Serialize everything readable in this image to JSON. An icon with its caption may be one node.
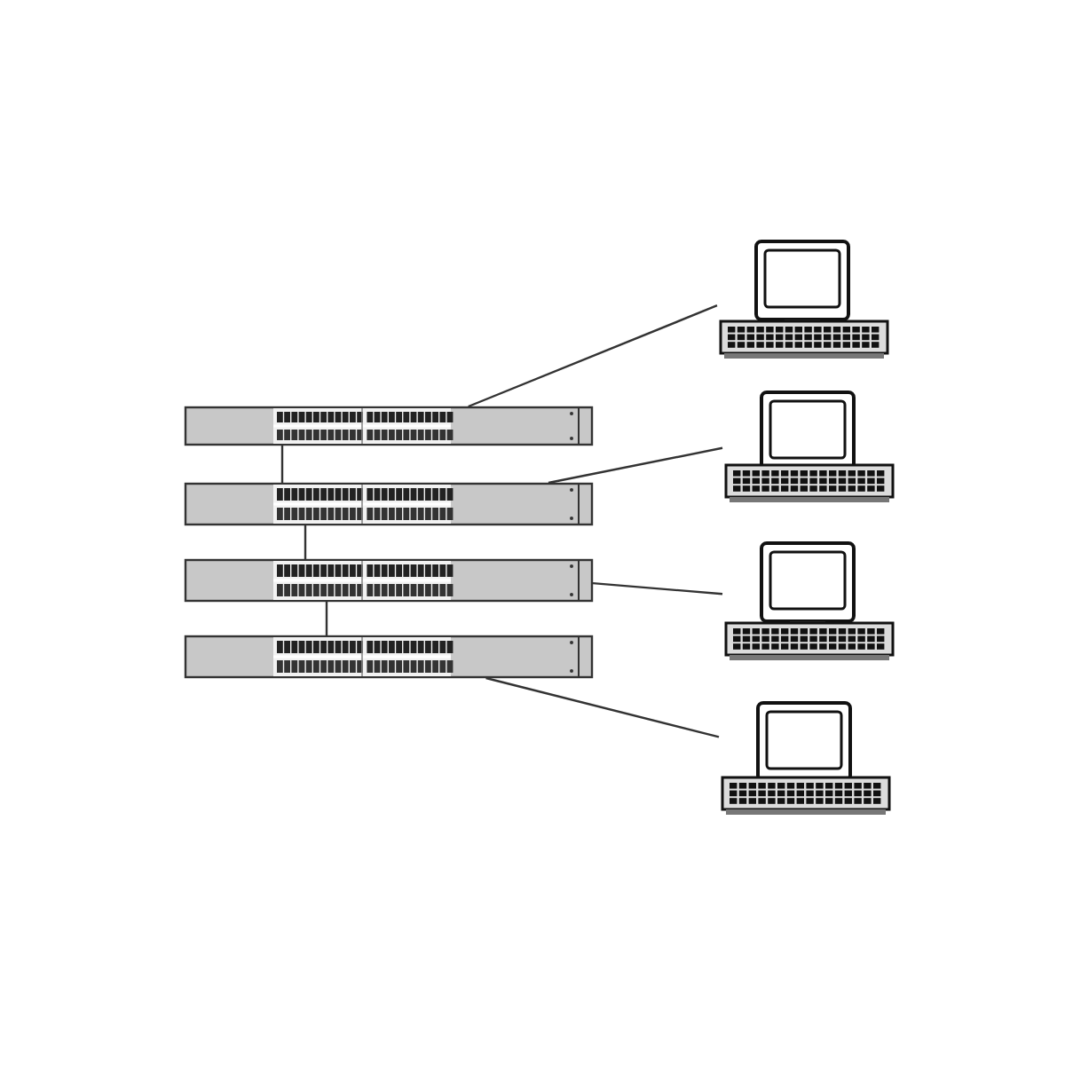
{
  "diagram": {
    "nodes": [
      {
        "text": [],
        "shape": "picture"
      },
      {
        "text": [],
        "shape": "picture"
      },
      {
        "text": [],
        "shape": "picture"
      },
      {
        "text": [],
        "shape": "picture"
      },
      {
        "text": [],
        "shape": "picture"
      },
      {
        "text": [],
        "shape": "picture"
      },
      {
        "text": [],
        "shape": "picture"
      },
      {
        "text": [],
        "shape": "picture"
      }
    ],
    "edges": [
      {
        "from": 0,
        "to": 1,
        "arrow": "none"
      },
      {
        "from": 1,
        "to": 2,
        "arrow": "none"
      },
      {
        "from": 2,
        "to": 3,
        "arrow": "none"
      },
      {
        "from": 0,
        "to": 4,
        "arrow": "none"
      },
      {
        "from": 1,
        "to": 5,
        "arrow": "none"
      },
      {
        "from": 2,
        "to": 6,
        "arrow": "none"
      },
      {
        "from": 3,
        "to": 7,
        "arrow": "none"
      }
    ]
  }
}
